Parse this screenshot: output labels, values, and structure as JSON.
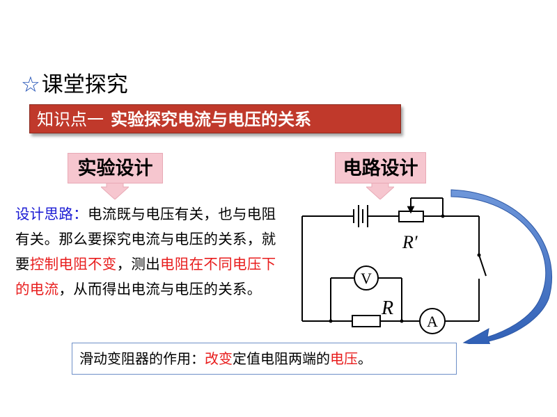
{
  "slide": {
    "section_heading": "课堂探究",
    "star_glyph": "☆",
    "topic": {
      "label": "知识点一",
      "title": "实验探究电流与电压的关系"
    },
    "callouts": {
      "experiment_design": "实验设计",
      "circuit_design": "电路设计"
    },
    "design_text": {
      "lead": "设计思路：",
      "p1": "电流既与电压有关，也与电阻有关。那么要探究电流与电压的关系，就要",
      "h1": "控制电阻不变",
      "p2": "，测出",
      "h2": "电阻在不同电压下的电流",
      "p3": "，从而得出电流与电压的关系。"
    },
    "circuit": {
      "rheostat_label": "R′",
      "resistor_label": "R",
      "voltmeter_symbol": "V",
      "ammeter_symbol": "A"
    },
    "summary": {
      "p1": "滑动变阻器的作用：",
      "h1": "改变",
      "p2": "定值电阻两端的",
      "h2": "电压",
      "p3": "。"
    },
    "colors": {
      "banner_bg": "#c0392b",
      "callout_bg": "#f6c6cf",
      "highlight_red": "#e81c1c",
      "lead_blue": "#1a1ad4",
      "arrow_blue": "#3c6fc4"
    }
  }
}
